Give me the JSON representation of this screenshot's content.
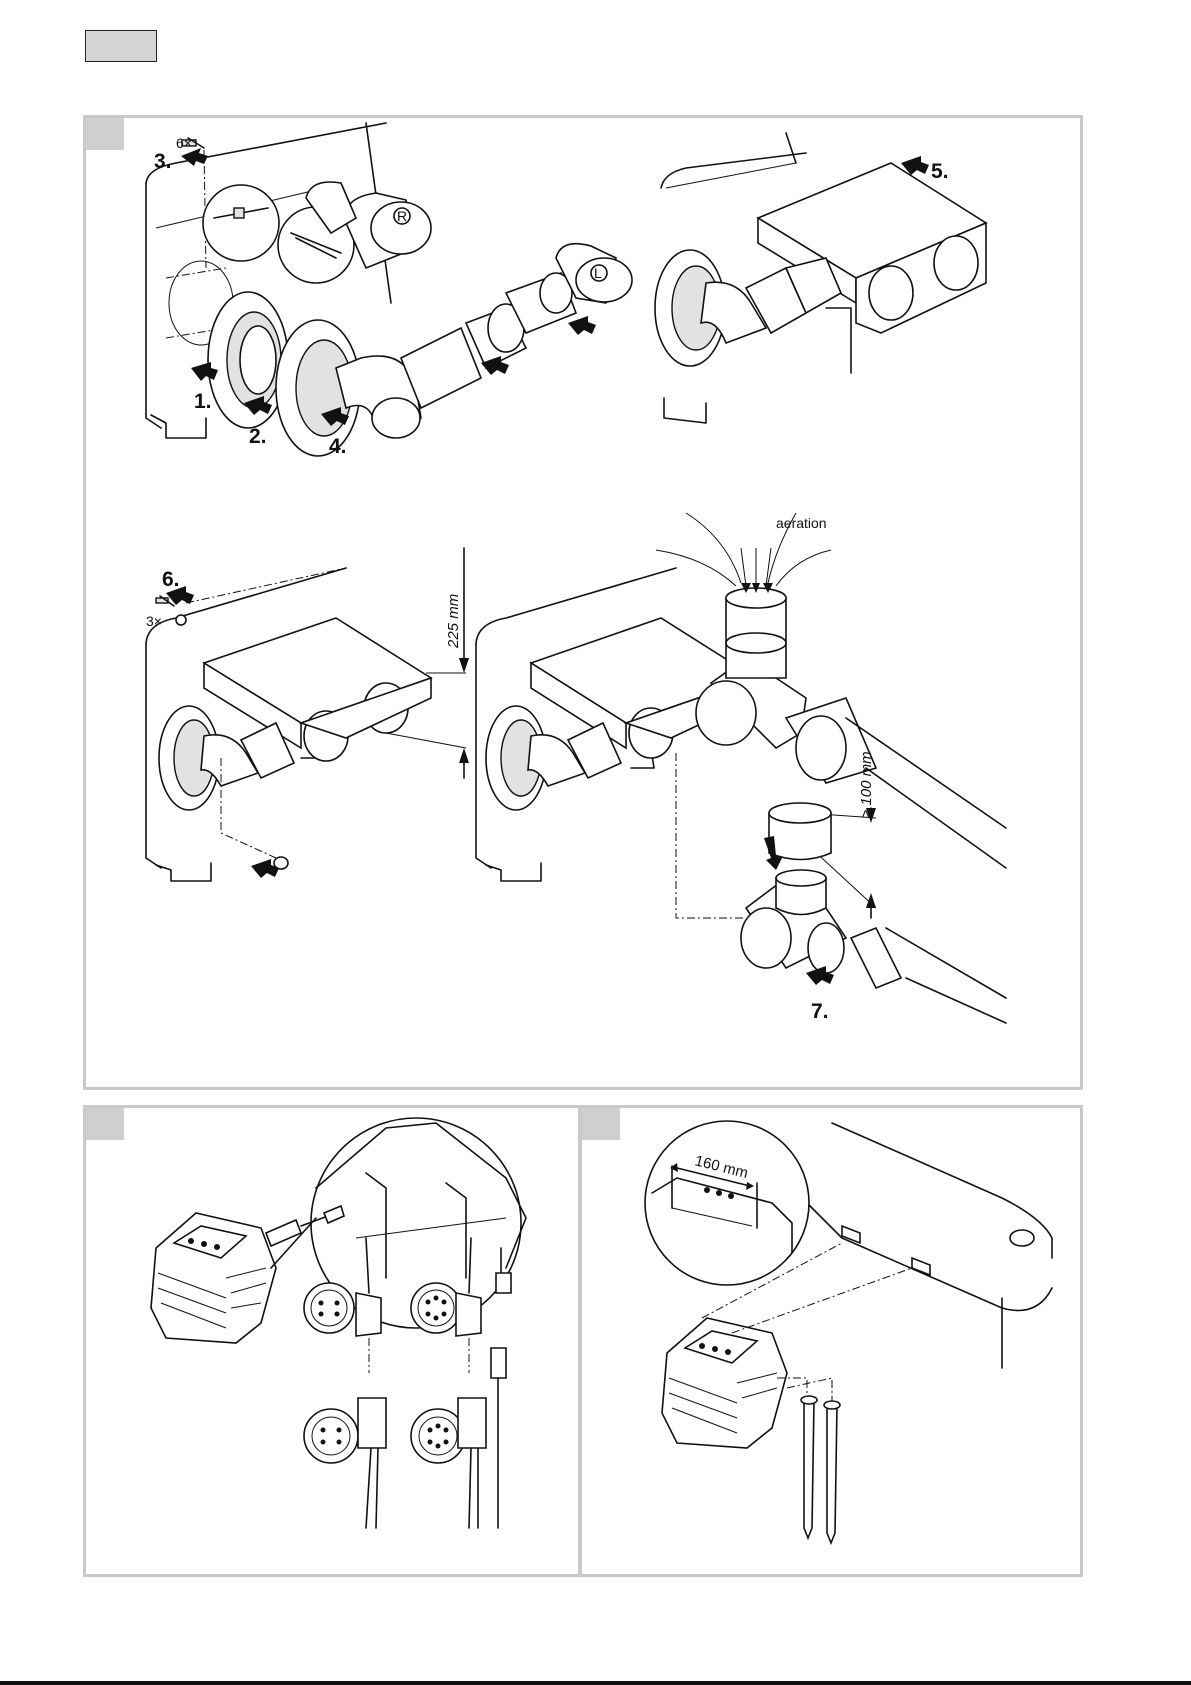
{
  "step_labels": [
    "1.",
    "2.",
    "3.",
    "4.",
    "5.",
    "6.",
    "7."
  ],
  "quantities": {
    "screws_count": "6×",
    "plugs_count": "3×"
  },
  "annotations": {
    "aeration": "aeration",
    "height_225": "225 mm",
    "height_100": "≥ 100 mm",
    "spacing_160": "160 mm"
  },
  "pipe_marks": {
    "right": "R",
    "left": "L"
  }
}
